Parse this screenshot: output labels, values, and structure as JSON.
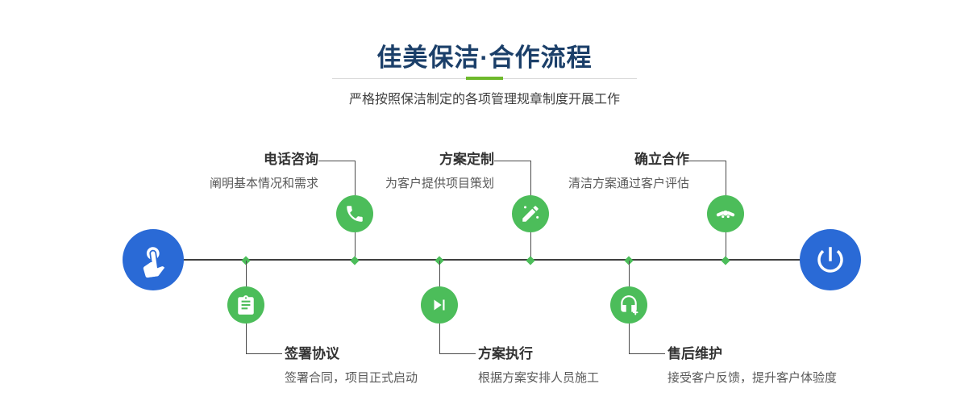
{
  "page": {
    "title": "佳美保洁·合作流程",
    "subtitle": "严格按照保洁制定的各项管理规章制度开展工作"
  },
  "timeline": {
    "start_icon": "hand-pointer-icon",
    "end_icon": "power-icon",
    "steps_top": [
      {
        "title": "电话咨询",
        "desc": "阐明基本情况和需求",
        "icon": "phone-icon"
      },
      {
        "title": "方案定制",
        "desc": "为客户提供项目策划",
        "icon": "design-pencil-icon"
      },
      {
        "title": "确立合作",
        "desc": "清洁方案通过客户评估",
        "icon": "handshake-icon"
      }
    ],
    "steps_bottom": [
      {
        "title": "签署协议",
        "desc": "签署合同，项目正式启动",
        "icon": "contract-icon"
      },
      {
        "title": "方案执行",
        "desc": "根据方案安排人员施工",
        "icon": "play-forward-icon"
      },
      {
        "title": "售后维护",
        "desc": "接受客户反馈，提升客户体验度",
        "icon": "headset-icon"
      }
    ]
  },
  "colors": {
    "title_navy": "#1b3f69",
    "accent_green": "#4cbd5a",
    "accent_blue": "#2a6ad6",
    "divider_green": "#6eb92b",
    "line_dark": "#3f3f3f"
  }
}
